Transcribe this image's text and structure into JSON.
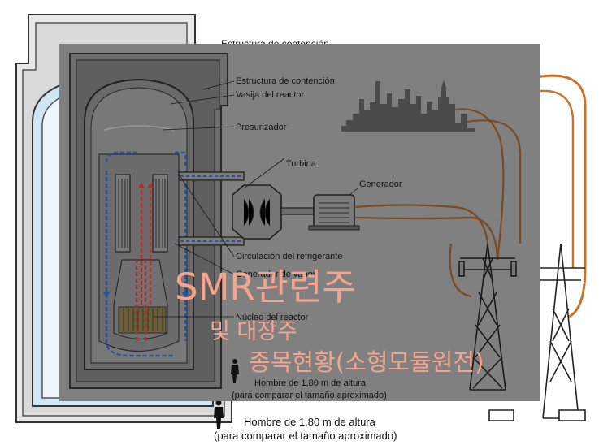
{
  "labels": {
    "containment": "Estructura de contención",
    "vessel": "Vasija del reactor",
    "pressurizer": "Presurizador",
    "turbine": "Turbina",
    "generator": "Generador",
    "coolant": "Circulación del refrigerante",
    "steam_gen": "Generador de vapor",
    "core": "Núcleo del reactor",
    "human_line1": "Hombre de 1,80 m de altura",
    "human_line2": "(para comparar el tamaño aproximado)"
  },
  "overlay": {
    "line1": "SMR관련주",
    "line2": "및 대장주",
    "line3": "종목현황(소형모듈원전)"
  },
  "colors": {
    "overlay_bg": "#808080",
    "overlay_text": "#f4a58f",
    "hot_flow": "#c0392b",
    "cold_flow": "#2c4f9e",
    "cable": "#c8732a",
    "vessel_light": "#cfe6f5"
  },
  "icons": [
    "city-skyline-icon",
    "person-icon",
    "transmission-tower-icon",
    "turbine-icon",
    "generator-icon"
  ]
}
